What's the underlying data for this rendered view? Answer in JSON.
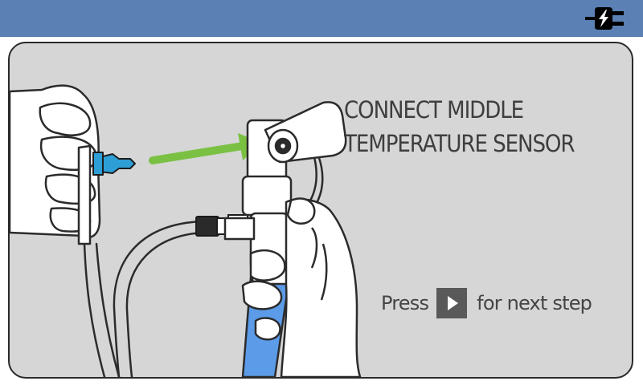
{
  "header": {
    "power_icon": "plug-power-icon",
    "color": "#5a80b4"
  },
  "step": {
    "title_line1": "CONNECT MIDDLE",
    "title_line2": "TEMPERATURE SENSOR",
    "press_label": "Press",
    "next_label": "for next step",
    "next_icon": "play-icon"
  },
  "illustration": {
    "arrow_color": "#7ac143",
    "sensor_color": "#2e9fd6",
    "tube_color": "#5b9be8"
  }
}
